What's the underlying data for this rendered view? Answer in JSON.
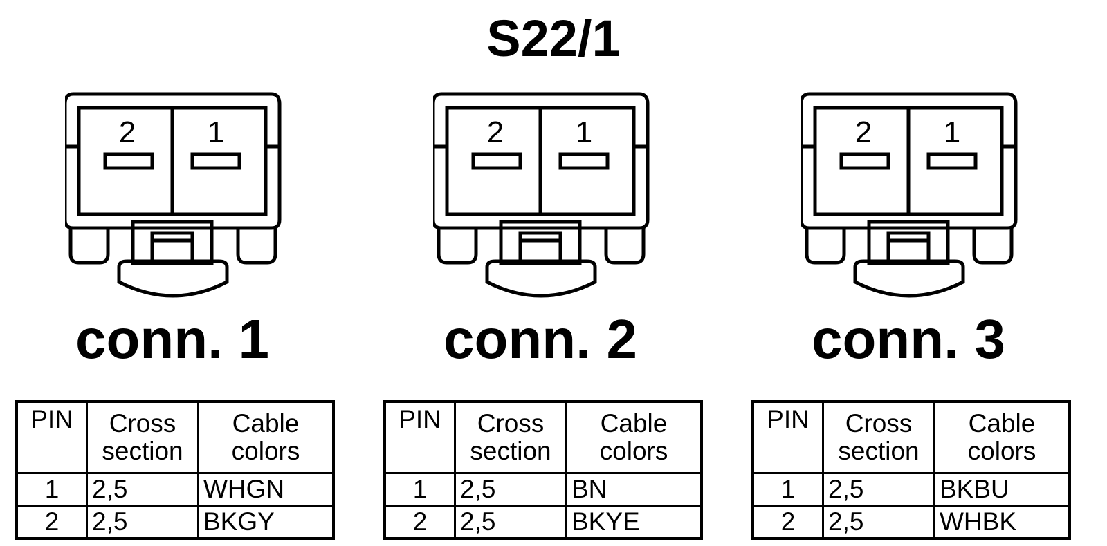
{
  "title": "S22/1",
  "connectors": [
    {
      "label": "conn. 1",
      "pins_top": [
        "2",
        "1"
      ],
      "table": {
        "headers": [
          "PIN",
          "Cross section",
          "Cable colors"
        ],
        "rows": [
          [
            "1",
            "2,5",
            "WHGN"
          ],
          [
            "2",
            "2,5",
            "BKGY"
          ]
        ]
      }
    },
    {
      "label": "conn. 2",
      "pins_top": [
        "2",
        "1"
      ],
      "table": {
        "headers": [
          "PIN",
          "Cross section",
          "Cable colors"
        ],
        "rows": [
          [
            "1",
            "2,5",
            "BN"
          ],
          [
            "2",
            "2,5",
            "BKYE"
          ]
        ]
      }
    },
    {
      "label": "conn. 3",
      "pins_top": [
        "2",
        "1"
      ],
      "table": {
        "headers": [
          "PIN",
          "Cross section",
          "Cable colors"
        ],
        "rows": [
          [
            "1",
            "2,5",
            "BKBU"
          ],
          [
            "2",
            "2,5",
            "WHBK"
          ]
        ]
      }
    }
  ]
}
